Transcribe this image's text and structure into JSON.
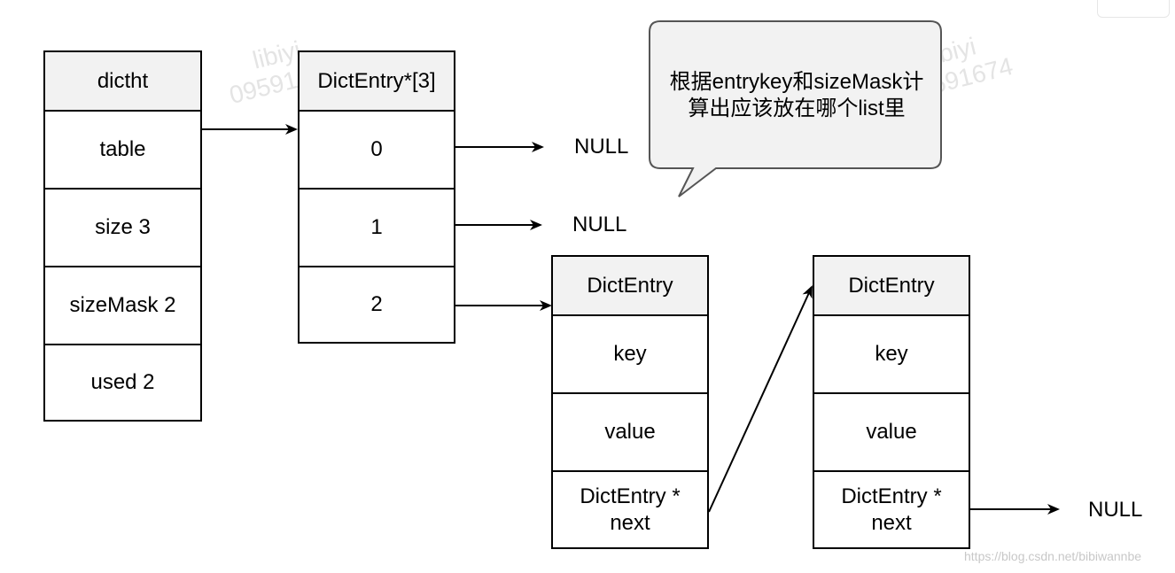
{
  "watermarks": [
    {
      "name": "libiyi",
      "id": "09591674"
    },
    {
      "name": "libiyi",
      "id": "09591674"
    },
    {
      "name": "libiyi",
      "id": "09591674"
    }
  ],
  "dictht": {
    "header": "dictht",
    "rows": [
      "table",
      "size 3",
      "sizeMask 2",
      "used 2"
    ]
  },
  "array": {
    "header": "DictEntry*[3]",
    "rows": [
      "0",
      "1",
      "2"
    ]
  },
  "nulls": [
    "NULL",
    "NULL",
    "NULL"
  ],
  "callout": {
    "line1": "根据entrykey和sizeMask计",
    "line2": "算出应该放在哪个list里"
  },
  "entries": [
    {
      "header": "DictEntry",
      "key": "key",
      "value": "value",
      "next_line1": "DictEntry *",
      "next_line2": "next"
    },
    {
      "header": "DictEntry",
      "key": "key",
      "value": "value",
      "next_line1": "DictEntry *",
      "next_line2": "next"
    }
  ],
  "footer_url": "https://blog.csdn.net/bibiwannbe",
  "colors": {
    "stroke": "#000000",
    "header_fill": "#f2f2f2",
    "callout_fill": "#f2f2f2",
    "watermark": "#e4e4e4"
  }
}
